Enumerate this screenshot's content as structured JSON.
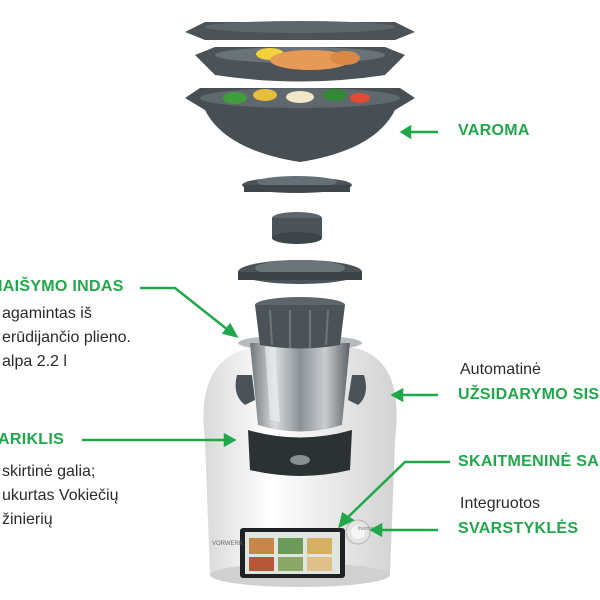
{
  "labels": {
    "varoma": "VAROMA",
    "bowl_title": "IAIŠYMO INDAS",
    "bowl_desc": [
      "agamintas iš",
      "erūdijančio plieno.",
      "alpa 2.2 l"
    ],
    "lock_prefix": "Automatinė",
    "lock_title": "UŽSIDARYMO SIS",
    "motor_title": "ARIKLIS",
    "motor_desc": [
      "skirtinė galia;",
      "ukurtas Vokiečių",
      "žinierių"
    ],
    "display_title": "SKAITMENINĖ SA",
    "scale_prefix": "Integruotos",
    "scale_title": "SVARSTYKLĖS"
  },
  "device_brand": "VORWERK",
  "device_model": "thermomix",
  "colors": {
    "accent_green": "#1fa84a",
    "text_dark": "#2a2a2a",
    "accessory_gray": "#4b5358",
    "body_white": "#f2f2f2"
  }
}
